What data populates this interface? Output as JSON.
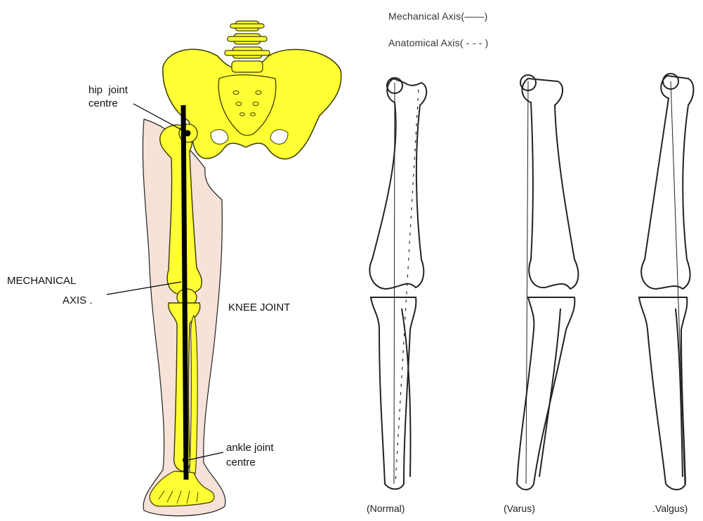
{
  "left_diagram": {
    "hip_label": "hip  joint\ncentre",
    "mechanical_label_line1": "MECHANICAL",
    "mechanical_label_line2": "AXIS .",
    "knee_label": "KNEE  JOINT",
    "ankle_label_line1": "ankle joint",
    "ankle_label_line2": "centre",
    "colors": {
      "bone": "#ffff33",
      "bone_outline": "#555500",
      "skin": "#f6e2d8",
      "axis": "#000000"
    }
  },
  "legend": {
    "mechanical": "Mechanical Axis(——)",
    "anatomical": "Anatomical Axis( - - - )"
  },
  "right_diagram": {
    "captions": [
      "(Normal)",
      "(Varus)",
      ".Valgus)"
    ]
  }
}
